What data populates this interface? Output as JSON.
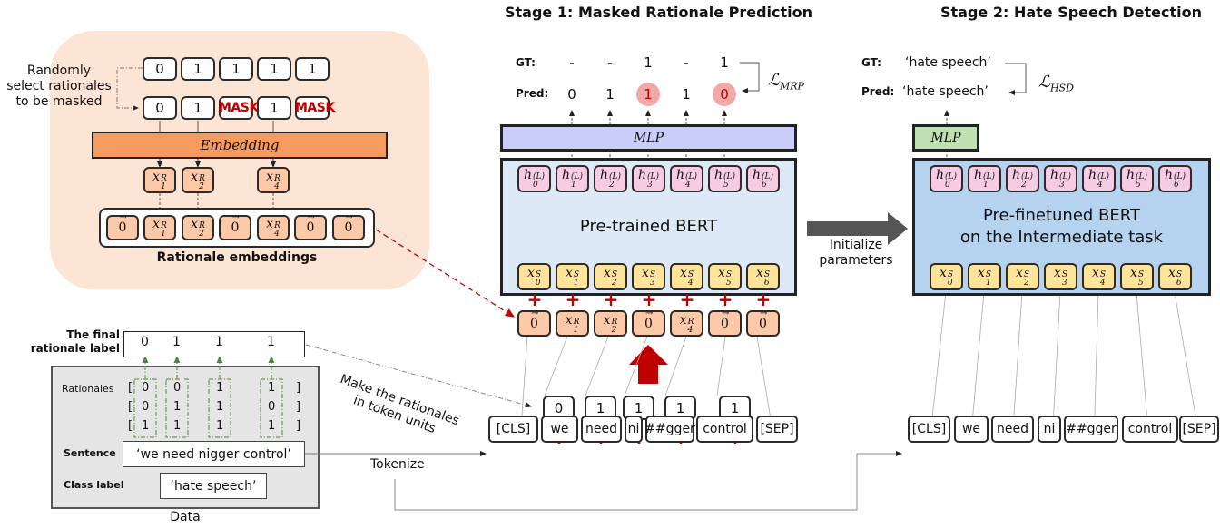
{
  "stage1": {
    "title": "Stage 1: Masked Rationale Prediction",
    "gt_label": "GT:",
    "pred_label": "Pred:",
    "gt_values": [
      "-",
      "-",
      "1",
      "-",
      "1"
    ],
    "pred_values": [
      "0",
      "1",
      "1",
      "1",
      "0"
    ],
    "pred_highlighted": [
      false,
      false,
      true,
      false,
      true
    ],
    "loss_label": "ℒ",
    "loss_sub": "MRP",
    "mlp_label": "MLP",
    "bert_label": "Pre-trained BERT",
    "hidden_states": [
      "0",
      "1",
      "2",
      "3",
      "4",
      "5",
      "6"
    ],
    "hidden_sup": "(L)",
    "input_sup": "S",
    "rationale_inputs": [
      {
        "kind": "zero",
        "sub": ""
      },
      {
        "kind": "x",
        "sub": "1"
      },
      {
        "kind": "x",
        "sub": "2"
      },
      {
        "kind": "zero",
        "sub": ""
      },
      {
        "kind": "x",
        "sub": "4"
      },
      {
        "kind": "zero",
        "sub": ""
      },
      {
        "kind": "zero",
        "sub": ""
      }
    ],
    "token_rationales": [
      "0",
      "1",
      "1",
      "1",
      "1"
    ],
    "tokens": [
      "[CLS]",
      "we",
      "need",
      "ni",
      "##gger",
      "control",
      "[SEP]"
    ]
  },
  "stage2": {
    "title": "Stage 2: Hate Speech Detection",
    "gt_label": "GT:",
    "pred_label": "Pred:",
    "gt_value": "‘hate speech’",
    "pred_value": "‘hate speech’",
    "loss_label": "ℒ",
    "loss_sub": "HSD",
    "mlp_label": "MLP",
    "bert_label_line1": "Pre-finetuned BERT",
    "bert_label_line2": "on the Intermediate task",
    "tokens": [
      "[CLS]",
      "we",
      "need",
      "ni",
      "##gger",
      "control",
      "[SEP]"
    ]
  },
  "transfer": {
    "label_line1": "Initialize",
    "label_line2": "parameters"
  },
  "masking": {
    "annotation_line1": "Randomly",
    "annotation_line2": "select rationales",
    "annotation_line3": "to be masked",
    "original_rationales": [
      "0",
      "1",
      "1",
      "1",
      "1"
    ],
    "masked_rationales": [
      "0",
      "1",
      "MASK",
      "1",
      "MASK"
    ],
    "embedding_label": "Embedding",
    "embedded": [
      "1",
      "2",
      "4"
    ],
    "rationale_embeddings_label": "Rationale embeddings",
    "rationale_embeddings": [
      {
        "kind": "zero",
        "sub": ""
      },
      {
        "kind": "x",
        "sub": "1"
      },
      {
        "kind": "x",
        "sub": "2"
      },
      {
        "kind": "zero",
        "sub": ""
      },
      {
        "kind": "x",
        "sub": "4"
      },
      {
        "kind": "zero",
        "sub": ""
      },
      {
        "kind": "zero",
        "sub": ""
      }
    ]
  },
  "data": {
    "final_label_title_line1": "The final",
    "final_label_title_line2": "rationale label",
    "final_label_values": [
      "0",
      "1",
      "1",
      "1"
    ],
    "rationales_label": "Rationales",
    "rationale_rows": [
      [
        "0",
        "0",
        "1",
        "1"
      ],
      [
        "0",
        "1",
        "1",
        "0"
      ],
      [
        "1",
        "1",
        "1",
        "1"
      ]
    ],
    "sentence_label": "Sentence",
    "sentence": "‘we need nigger control’",
    "class_label_label": "Class label",
    "class_label": "‘hate speech’",
    "caption": "Data"
  },
  "annotations": {
    "token_units_line1": "Make the rationales",
    "token_units_line2": "in token units",
    "tokenize": "Tokenize"
  },
  "colors": {
    "peach_panel": "#fde5d6",
    "embedding_bar": "#f79a5e",
    "mlp_stage1": "#c9cdf7",
    "mlp_stage2": "#bfe0b0",
    "bert_stage1": "#dde9f6",
    "bert_stage2": "#b5d3ef",
    "mask_red": "#c00000",
    "data_panel": "#e5e5e5"
  }
}
